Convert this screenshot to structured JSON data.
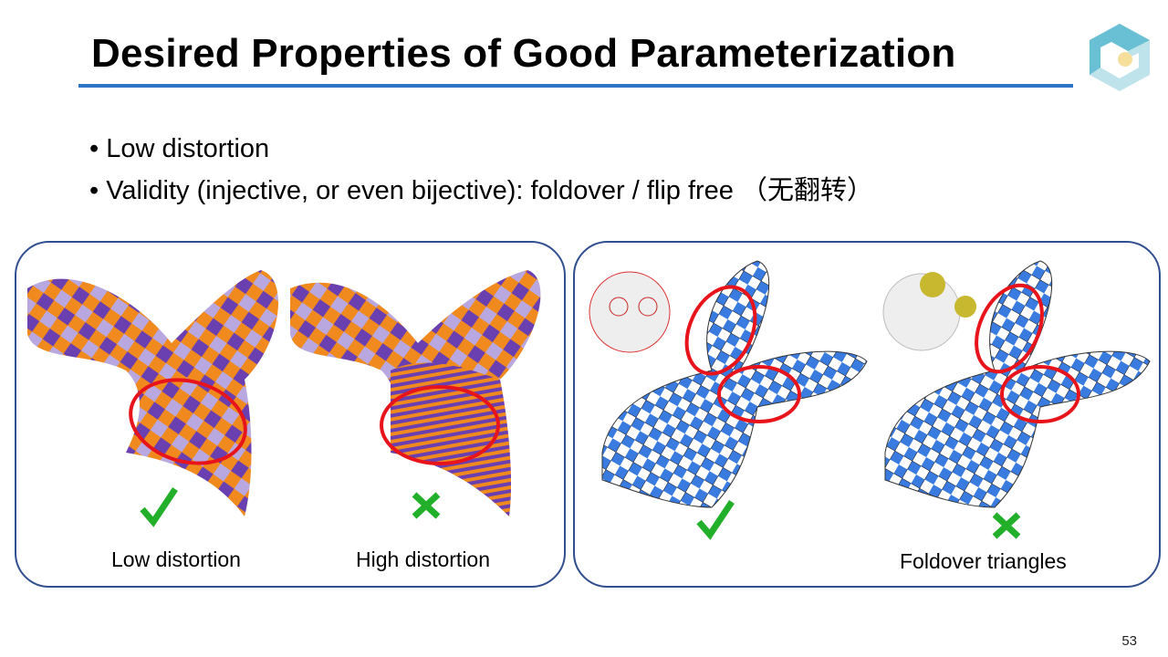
{
  "slide": {
    "title": "Desired Properties of Good Parameterization",
    "bullets": [
      "Low distortion",
      "Validity (injective, or even bijective): foldover / flip free （无翻转）"
    ],
    "page_number": "53"
  },
  "left_panel": {
    "captions": [
      "Low distortion",
      "High distortion"
    ]
  },
  "right_panel": {
    "captions": [
      "Foldover triangles"
    ]
  },
  "colors": {
    "accent_rule": "#2e75c8",
    "panel_border": "#2f4f8f",
    "check_green": "#22b02a",
    "highlight_red": "#e8141b"
  }
}
